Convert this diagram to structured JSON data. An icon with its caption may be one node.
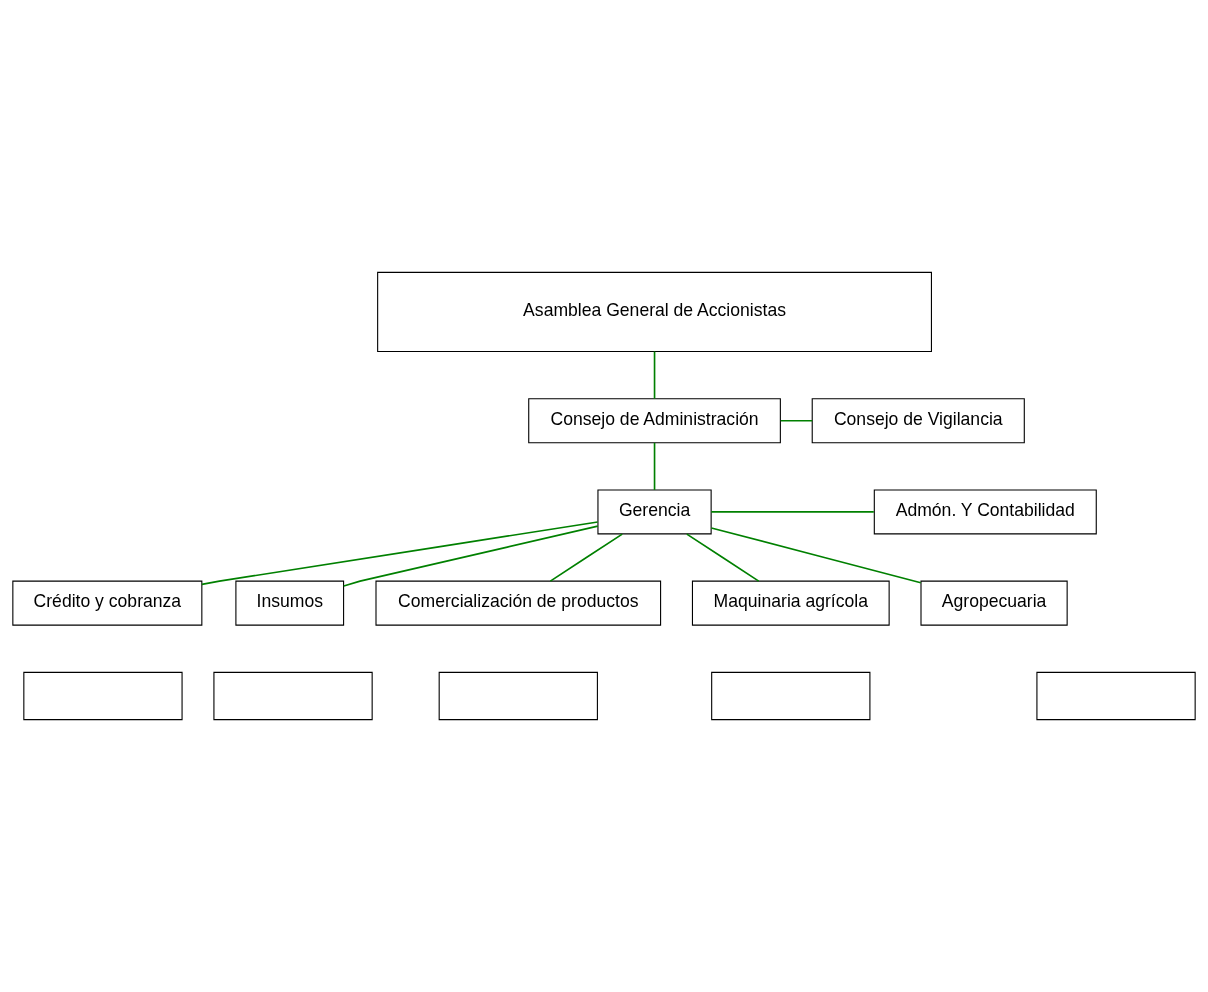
{
  "diagram": {
    "nodes": [
      {
        "text": [
          "Asamblea General de Accionistas"
        ]
      },
      {
        "text": [
          "Consejo de Administración"
        ]
      },
      {
        "text": [
          "Consejo de Vigilancia"
        ]
      },
      {
        "text": [
          "Gerencia"
        ]
      },
      {
        "text": [
          "Admón. Y Contabilidad"
        ]
      },
      {
        "text": [
          "Crédito y cobranza"
        ]
      },
      {
        "text": [
          "Insumos"
        ]
      },
      {
        "text": [
          "Comercialización de productos"
        ]
      },
      {
        "text": [
          "Maquinaria agrícola"
        ]
      },
      {
        "text": [
          "Agropecuaria"
        ]
      },
      {
        "text": [],
        "shape": "box"
      },
      {
        "text": [],
        "shape": "box"
      },
      {
        "text": [],
        "shape": "box"
      },
      {
        "text": [],
        "shape": "box"
      },
      {
        "text": [],
        "shape": "box"
      }
    ],
    "edges": [
      {
        "from": 0,
        "to": 1,
        "arrow": "none"
      },
      {
        "from": 1,
        "to": 2,
        "arrow": "none"
      },
      {
        "from": 1,
        "to": 3,
        "arrow": "none"
      },
      {
        "from": 3,
        "to": 4,
        "arrow": "none"
      },
      {
        "from": 3,
        "to": 5,
        "arrow": "none"
      },
      {
        "from": 3,
        "to": 6,
        "arrow": "none"
      },
      {
        "from": 3,
        "to": 7,
        "arrow": "none"
      },
      {
        "from": 3,
        "to": 8,
        "arrow": "none"
      },
      {
        "from": 3,
        "to": 9,
        "arrow": "none"
      }
    ]
  }
}
